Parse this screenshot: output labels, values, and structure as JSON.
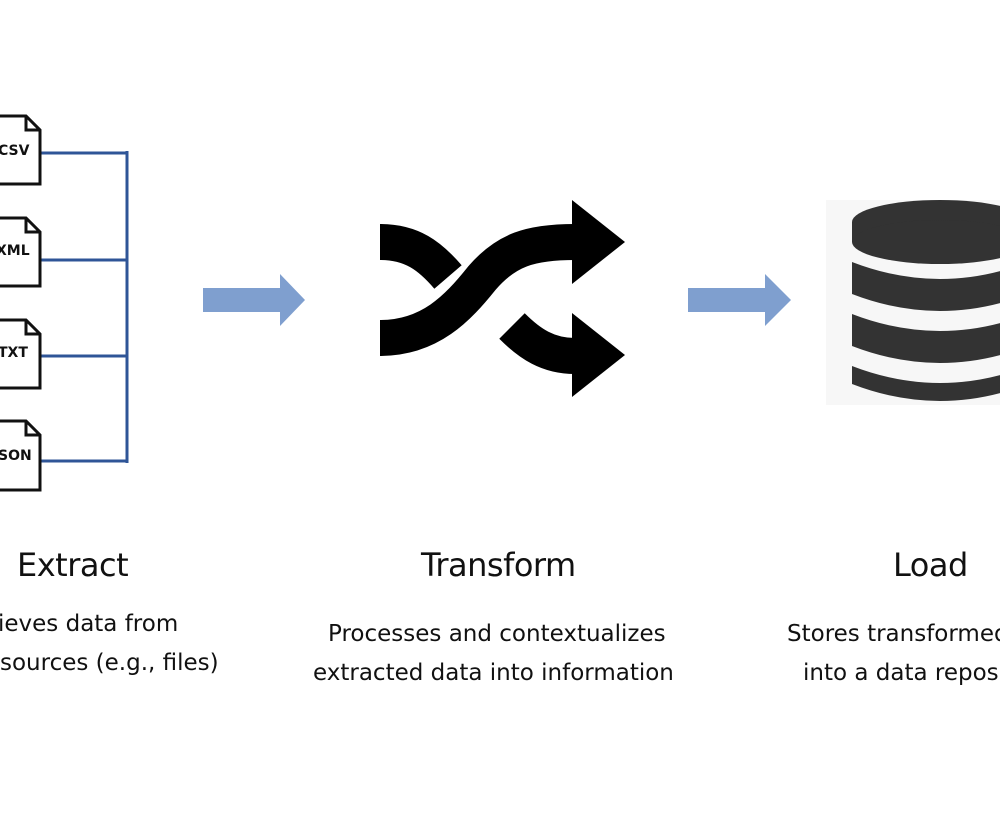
{
  "colors": {
    "connector_line": "#2f5597",
    "flow_arrow": "#7f9fcf",
    "icon_black": "#000000",
    "database_gray": "#333333",
    "text": "#111111"
  },
  "extract": {
    "files": [
      {
        "label": "CSV",
        "icon": "file-icon"
      },
      {
        "label": "XML",
        "icon": "file-icon"
      },
      {
        "label": "TXT",
        "icon": "file-icon"
      },
      {
        "label": "SON",
        "icon": "file-icon"
      }
    ],
    "title": "Extract",
    "desc_line1": "ieves data from",
    "desc_line2": "sources (e.g., files)"
  },
  "transform": {
    "icon": "shuffle-icon",
    "title": "Transform",
    "desc_line1": "Processes and contextualizes",
    "desc_line2": "extracted data into information"
  },
  "load": {
    "icon": "database-icon",
    "title": "Load",
    "desc_line1": "Stores transformed",
    "desc_line2": "into a data repos"
  },
  "flow": {
    "icon": "right-arrow-icon"
  }
}
